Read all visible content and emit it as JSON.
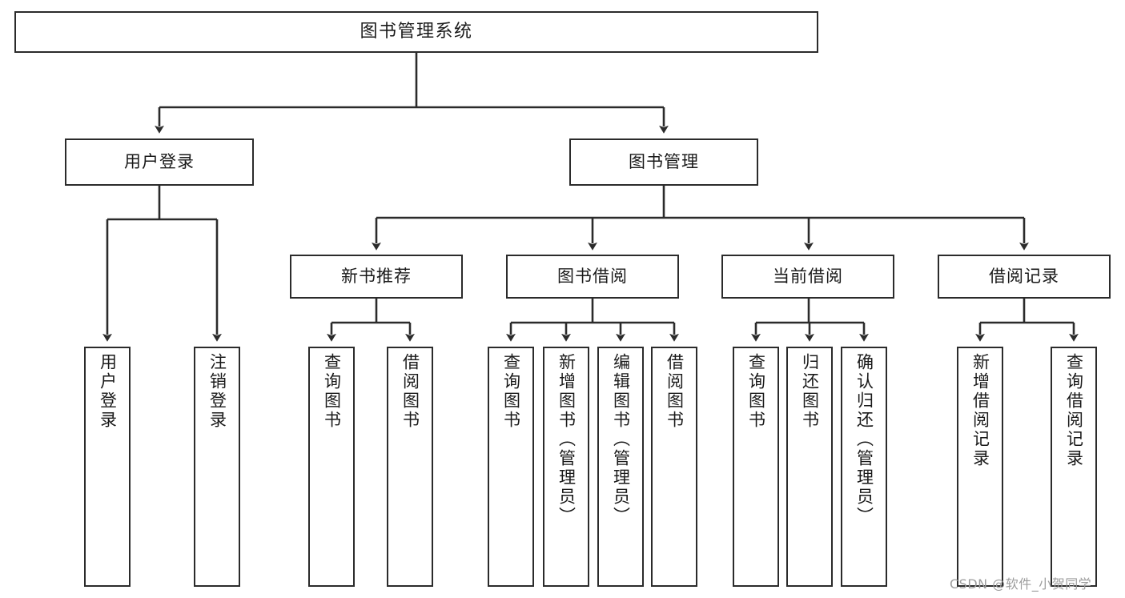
{
  "diagram": {
    "type": "tree",
    "title": "图书管理系统",
    "root": {
      "label": "图书管理系统"
    },
    "level2": [
      {
        "label": "用户登录"
      },
      {
        "label": "图书管理"
      }
    ],
    "level3": [
      {
        "label": "新书推荐"
      },
      {
        "label": "图书借阅"
      },
      {
        "label": "当前借阅"
      },
      {
        "label": "借阅记录"
      }
    ],
    "leaves": {
      "user_login": [
        {
          "label": "用户登录"
        },
        {
          "label": "注销登录"
        }
      ],
      "new_book_recommend": [
        {
          "label": "查询图书"
        },
        {
          "label": "借阅图书"
        }
      ],
      "book_borrow": [
        {
          "label": "查询图书"
        },
        {
          "label": "新增图书（管理员）"
        },
        {
          "label": "编辑图书（管理员）"
        },
        {
          "label": "借阅图书"
        }
      ],
      "current_borrow": [
        {
          "label": "查询图书"
        },
        {
          "label": "归还图书"
        },
        {
          "label": "确认归还（管理员）"
        }
      ],
      "borrow_record": [
        {
          "label": "新增借阅记录"
        },
        {
          "label": "查询借阅记录"
        }
      ]
    }
  },
  "watermark": {
    "text": "CSDN @软件_小贺同学"
  },
  "colors": {
    "background": "#ffffff",
    "stroke": "#2b2b2b",
    "text": "#1a1a1a",
    "watermark": "#9d9d9d"
  }
}
